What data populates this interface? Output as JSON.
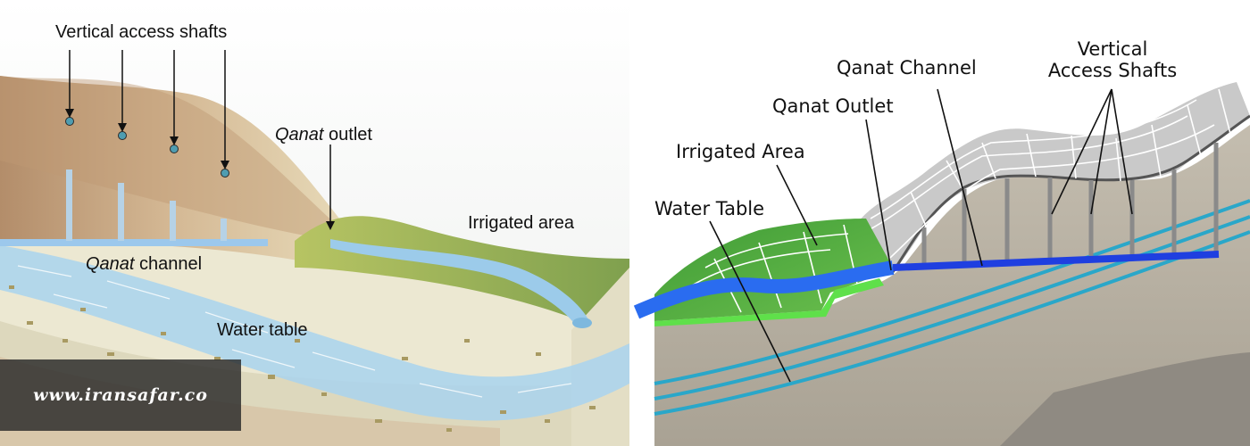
{
  "left": {
    "labels": {
      "shafts": "Vertical access shafts",
      "outlet_italic": "Qanat",
      "outlet_rest": " outlet",
      "irrigated": "Irrigated area",
      "channel_italic": "Qanat",
      "channel_rest": " channel",
      "water_table": "Water table"
    },
    "colors": {
      "hill": "#c9a880",
      "grass": "#9cb34f",
      "water": "#8fc3e6",
      "soil": "#e9e5cf"
    }
  },
  "right": {
    "labels": {
      "shafts_line1": "Vertical",
      "shafts_line2": "Access Shafts",
      "channel": "Qanat Channel",
      "outlet": "Qanat Outlet",
      "irrigated": "Irrigated Area",
      "water_table": "Water Table"
    },
    "colors": {
      "grass": "#4caf3a",
      "channel": "#1f3fe0",
      "water_lines": "#2aa7c9",
      "ground": "#b9b2a4",
      "cap": "#c9c9c9"
    }
  },
  "watermark": "www.iransafar.co"
}
